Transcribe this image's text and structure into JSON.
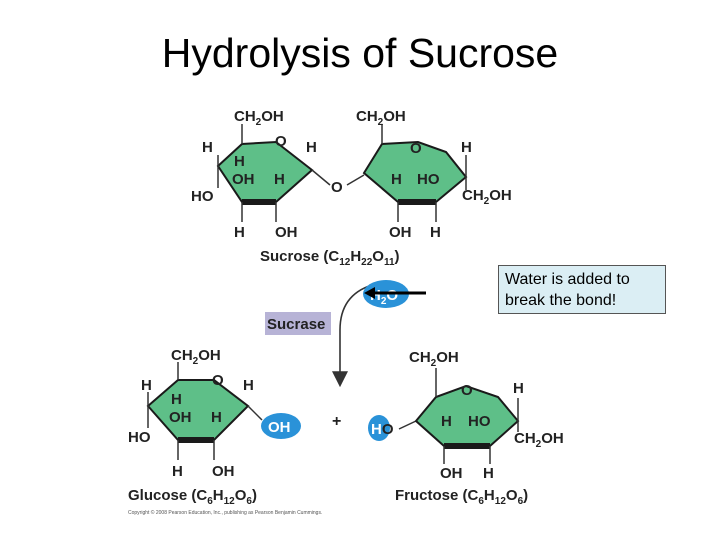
{
  "title": "Hydrolysis of Sucrose",
  "colors": {
    "ring_fill": "#5ebf88",
    "ring_edge": "#1a1a1a",
    "water": "#2a92d8",
    "enzyme_box": "#b7b3d6",
    "callout_bg": "#dbeef4"
  },
  "sucrose": {
    "glucose_unit": {
      "top_group": "CH2OH",
      "ring_oxygen": "O",
      "h_top_left": "H",
      "h_top_right": "H",
      "h_inner": "H",
      "oh_inner": "OH",
      "h_inner_right": "H",
      "ho_left": "HO",
      "h_bottom": "H",
      "oh_bottom": "OH"
    },
    "bridge_oxygen": "O",
    "fructose_unit": {
      "top_group": "CH2OH",
      "ring_oxygen": "O",
      "h_top_right": "H",
      "h_inner": "H",
      "ho_inner": "HO",
      "right_group": "CH2OH",
      "oh_bottom": "OH",
      "h_bottom": "H"
    },
    "label": "Sucrose",
    "formula": "(C12H22O11)"
  },
  "water": {
    "label": "H2O"
  },
  "enzyme": {
    "label": "Sucrase"
  },
  "plus_sign": "+",
  "glucose": {
    "top_group": "CH2OH",
    "ring_oxygen": "O",
    "h_top_left": "H",
    "h_top_right": "H",
    "h_inner": "H",
    "oh_inner": "OH",
    "h_inner_right": "H",
    "ho_left": "HO",
    "oh_right": "OH",
    "h_bottom": "H",
    "oh_bottom": "OH",
    "label": "Glucose",
    "formula": "(C6H12O6)"
  },
  "fructose": {
    "top_group": "CH2OH",
    "ring_oxygen": "O",
    "h_top_right": "H",
    "ho_left": "HO",
    "h_inner": "H",
    "ho_inner": "HO",
    "right_group": "CH2OH",
    "oh_bottom": "OH",
    "h_bottom": "H",
    "label": "Fructose",
    "formula": "(C6H12O6)"
  },
  "copyright": "Copyright © 2008 Pearson Education, Inc., publishing as Pearson Benjamin Cummings.",
  "callout": {
    "text": "Water is added to break the bond!"
  }
}
